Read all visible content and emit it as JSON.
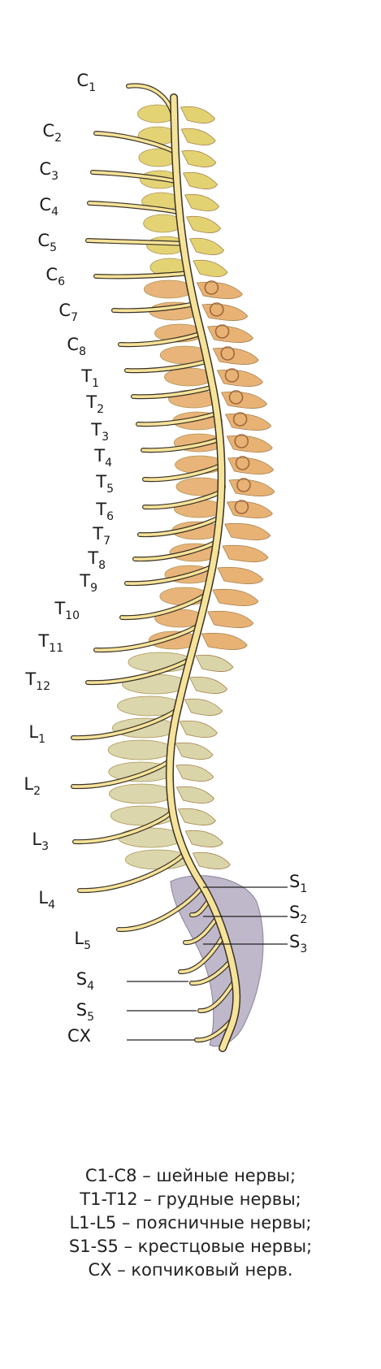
{
  "colors": {
    "nerve": "#f6e39a",
    "nerve_outline": "#3a3324",
    "cervical_bone": "#e2d06a",
    "thoracic_bone": "#e7ae6e",
    "lumbar_bone": "#d8d3a4",
    "sacrum_bone": "#b9b1c6",
    "leader": "#222222"
  },
  "nerves": [
    {
      "letter": "C",
      "index": "1"
    },
    {
      "letter": "C",
      "index": "2"
    },
    {
      "letter": "C",
      "index": "3"
    },
    {
      "letter": "C",
      "index": "4"
    },
    {
      "letter": "C",
      "index": "5"
    },
    {
      "letter": "C",
      "index": "6"
    },
    {
      "letter": "C",
      "index": "7"
    },
    {
      "letter": "C",
      "index": "8"
    },
    {
      "letter": "T",
      "index": "1"
    },
    {
      "letter": "T",
      "index": "2"
    },
    {
      "letter": "T",
      "index": "3"
    },
    {
      "letter": "T",
      "index": "4"
    },
    {
      "letter": "T",
      "index": "5"
    },
    {
      "letter": "T",
      "index": "6"
    },
    {
      "letter": "T",
      "index": "7"
    },
    {
      "letter": "T",
      "index": "8"
    },
    {
      "letter": "T",
      "index": "9"
    },
    {
      "letter": "T",
      "index": "10"
    },
    {
      "letter": "T",
      "index": "11"
    },
    {
      "letter": "T",
      "index": "12"
    },
    {
      "letter": "L",
      "index": "1"
    },
    {
      "letter": "L",
      "index": "2"
    },
    {
      "letter": "L",
      "index": "3"
    },
    {
      "letter": "L",
      "index": "4"
    },
    {
      "letter": "L",
      "index": "5"
    },
    {
      "letter": "S",
      "index": "1"
    },
    {
      "letter": "S",
      "index": "2"
    },
    {
      "letter": "S",
      "index": "3"
    },
    {
      "letter": "S",
      "index": "4"
    },
    {
      "letter": "S",
      "index": "5"
    },
    {
      "letter": "CX",
      "index": ""
    }
  ],
  "legend": [
    "C1-C8 – шейные нервы;",
    "T1-T12 – грудные нервы;",
    "L1-L5 – поясничные нервы;",
    "S1-S5 – крестцовые нервы;",
    "CX – копчиковый нерв."
  ]
}
